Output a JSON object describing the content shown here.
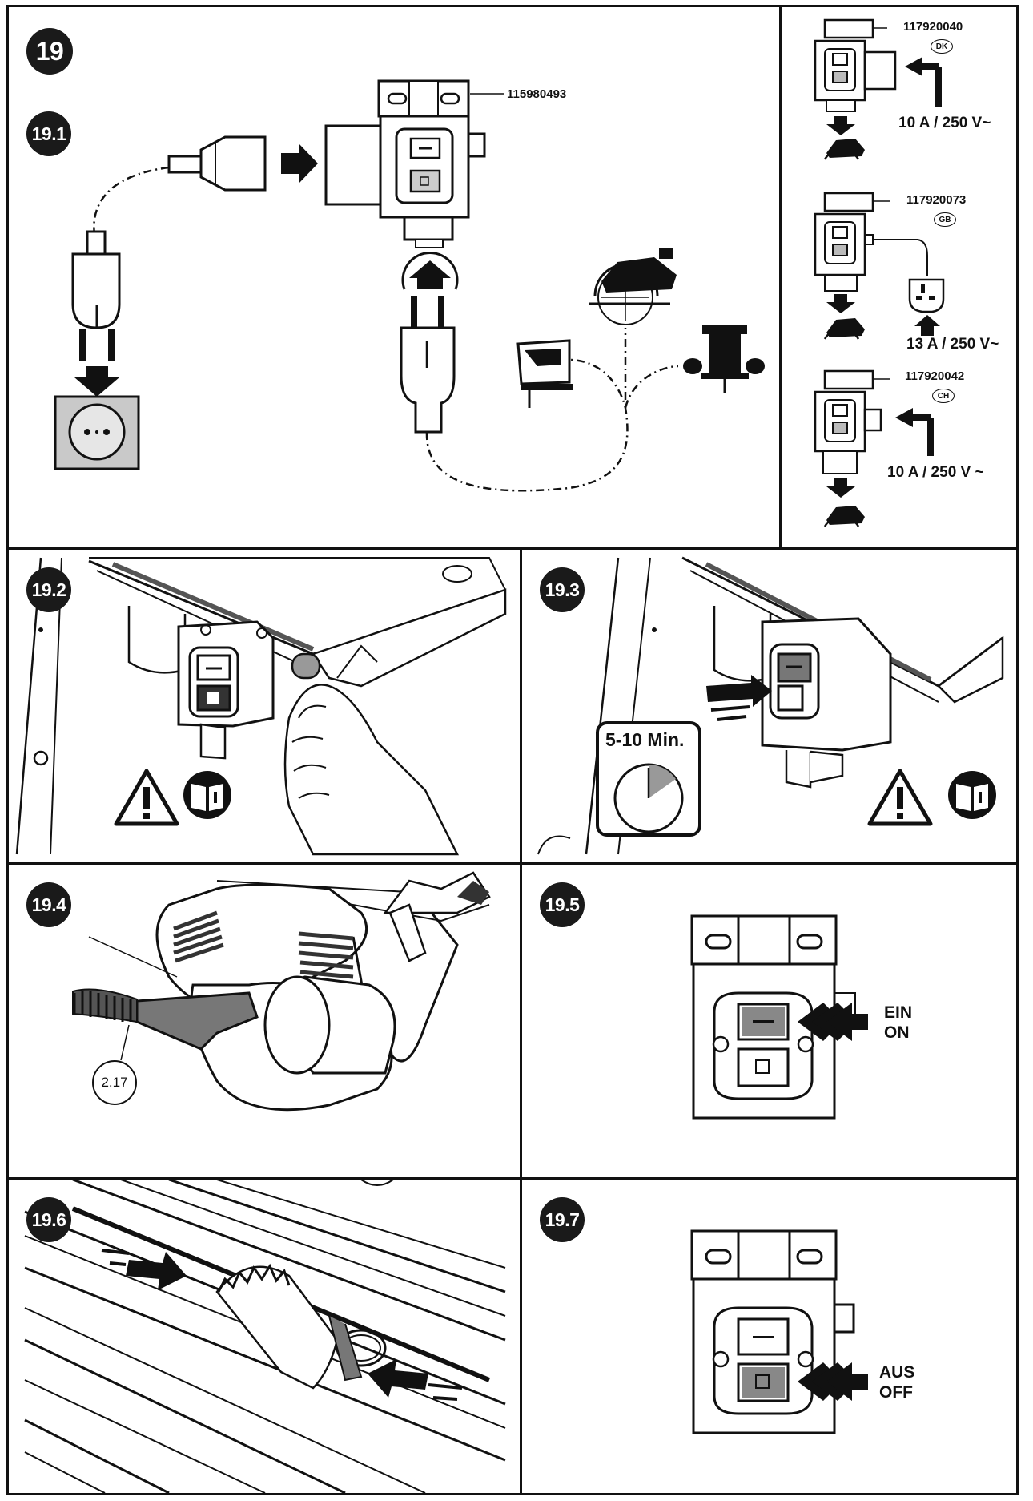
{
  "figure": {
    "number": "19"
  },
  "panel_19_1": {
    "label": "19.1",
    "main_part_number": "115980493"
  },
  "variants": [
    {
      "part_number": "117920040",
      "country": "DK",
      "rating": "10 A / 250 V~"
    },
    {
      "part_number": "117920073",
      "country": "GB",
      "rating": "13 A / 250 V~"
    },
    {
      "part_number": "117920042",
      "country": "CH",
      "rating": "10 A / 250 V ~"
    }
  ],
  "panel_19_2": {
    "label": "19.2"
  },
  "panel_19_3": {
    "label": "19.3",
    "timer": "5-10 Min."
  },
  "panel_19_4": {
    "label": "19.4",
    "callout": "2.17"
  },
  "panel_19_5": {
    "label": "19.5",
    "state_de": "EIN",
    "state_en": "ON"
  },
  "panel_19_6": {
    "label": "19.6"
  },
  "panel_19_7": {
    "label": "19.7",
    "state_de": "AUS",
    "state_en": "OFF"
  },
  "icons": {
    "warning": "warning-triangle-icon",
    "manual": "read-manual-icon",
    "arrow": "arrow-icon",
    "plug": "plug-icon",
    "socket": "wall-socket-icon",
    "circular_saw": "circular-saw-icon",
    "jigsaw": "jigsaw-icon",
    "router": "router-icon",
    "timer": "clock-icon"
  }
}
